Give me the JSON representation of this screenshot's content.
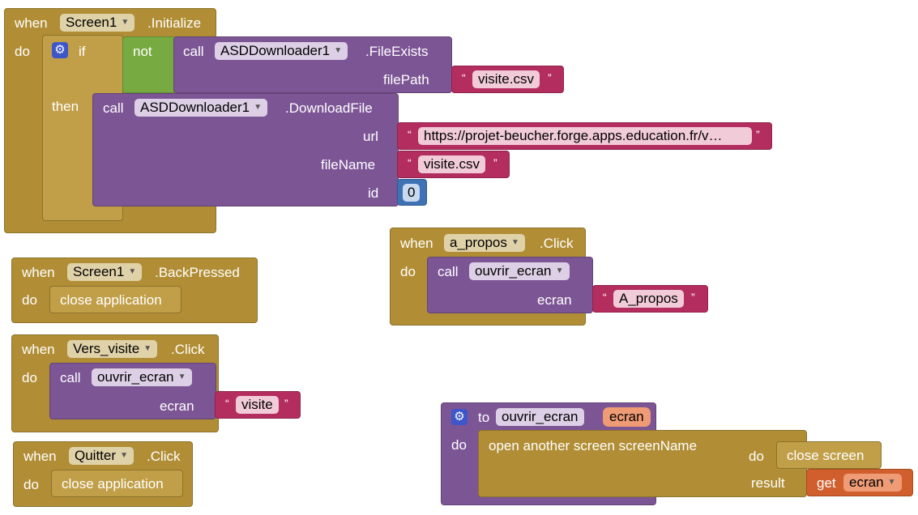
{
  "blocks": {
    "init": {
      "when": "when",
      "component": "Screen1",
      "event": ".Initialize",
      "do": "do",
      "if": "if",
      "not": "not",
      "call": "call",
      "fe_component": "ASDDownloader1",
      "fe_method": ".FileExists",
      "filepath_label": "filePath",
      "filepath_value": "visite.csv",
      "then": "then",
      "dl_component": "ASDDownloader1",
      "dl_method": ".DownloadFile",
      "url_label": "url",
      "url_value": "https://projet-beucher.forge.apps.education.fr/v…",
      "filename_label": "fileName",
      "filename_value": "visite.csv",
      "id_label": "id",
      "id_value": "0"
    },
    "apropos": {
      "when": "when",
      "component": "a_propos",
      "event": ".Click",
      "do": "do",
      "call": "call",
      "proc": "ouvrir_ecran",
      "arg_label": "ecran",
      "arg_value": "A_propos"
    },
    "back": {
      "when": "when",
      "component": "Screen1",
      "event": ".BackPressed",
      "do": "do",
      "action": "close application"
    },
    "versvisite": {
      "when": "when",
      "component": "Vers_visite",
      "event": ".Click",
      "do": "do",
      "call": "call",
      "proc": "ouvrir_ecran",
      "arg_label": "ecran",
      "arg_value": "visite"
    },
    "quitter": {
      "when": "when",
      "component": "Quitter",
      "event": ".Click",
      "do": "do",
      "action": "close application"
    },
    "procdef": {
      "to": "to",
      "name": "ouvrir_ecran",
      "param": "ecran",
      "do": "do",
      "open": "open another screen  screenName",
      "do2": "do",
      "close": "close screen",
      "result": "result",
      "get": "get",
      "var": "ecran"
    }
  },
  "colors": {
    "event": "#b18e35",
    "procedure": "#7c5595",
    "logic": "#77ab41",
    "text": "#b32d5e",
    "math": "#3f71b5",
    "variable": "#d05f2d"
  },
  "icons": {
    "gear": "gear-icon",
    "dropdown": "chevron-down-icon"
  }
}
